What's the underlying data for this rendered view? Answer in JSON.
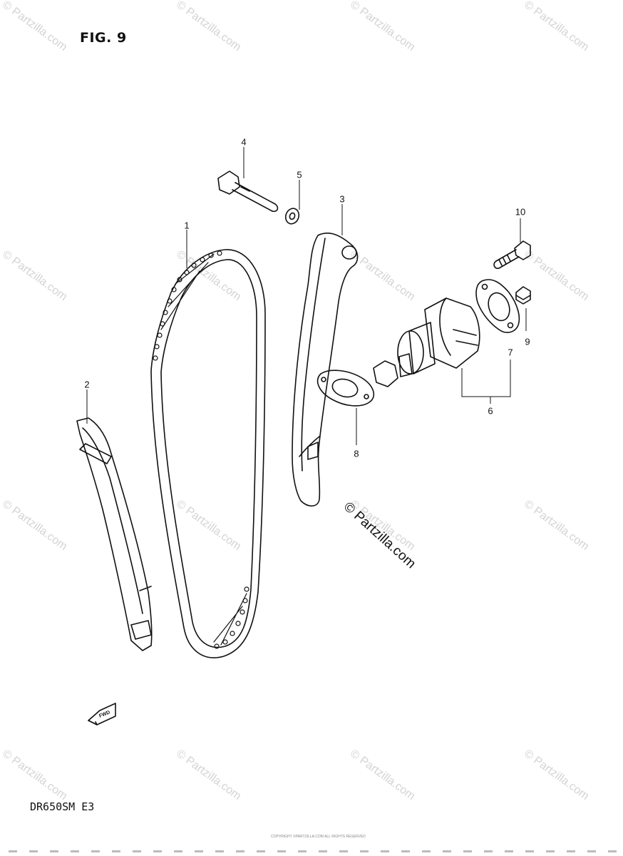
{
  "figure": {
    "title": "FIG. 9",
    "model_code": "DR650SM E3"
  },
  "callouts": [
    {
      "id": "1",
      "label": "1"
    },
    {
      "id": "2",
      "label": "2"
    },
    {
      "id": "3",
      "label": "3"
    },
    {
      "id": "4",
      "label": "4"
    },
    {
      "id": "5",
      "label": "5"
    },
    {
      "id": "6",
      "label": "6"
    },
    {
      "id": "7",
      "label": "7"
    },
    {
      "id": "8",
      "label": "8"
    },
    {
      "id": "9",
      "label": "9"
    },
    {
      "id": "10",
      "label": "10"
    }
  ],
  "fwd_badge": "FWD",
  "copyright": "© Partzilla.com",
  "watermark": "© Partzilla.com",
  "footer_text": "COPYRIGHT ©PARTZILLA.COM ALL RIGHTS RESERVED",
  "colors": {
    "ink": "#111111",
    "watermark": "#d4d4d4"
  }
}
